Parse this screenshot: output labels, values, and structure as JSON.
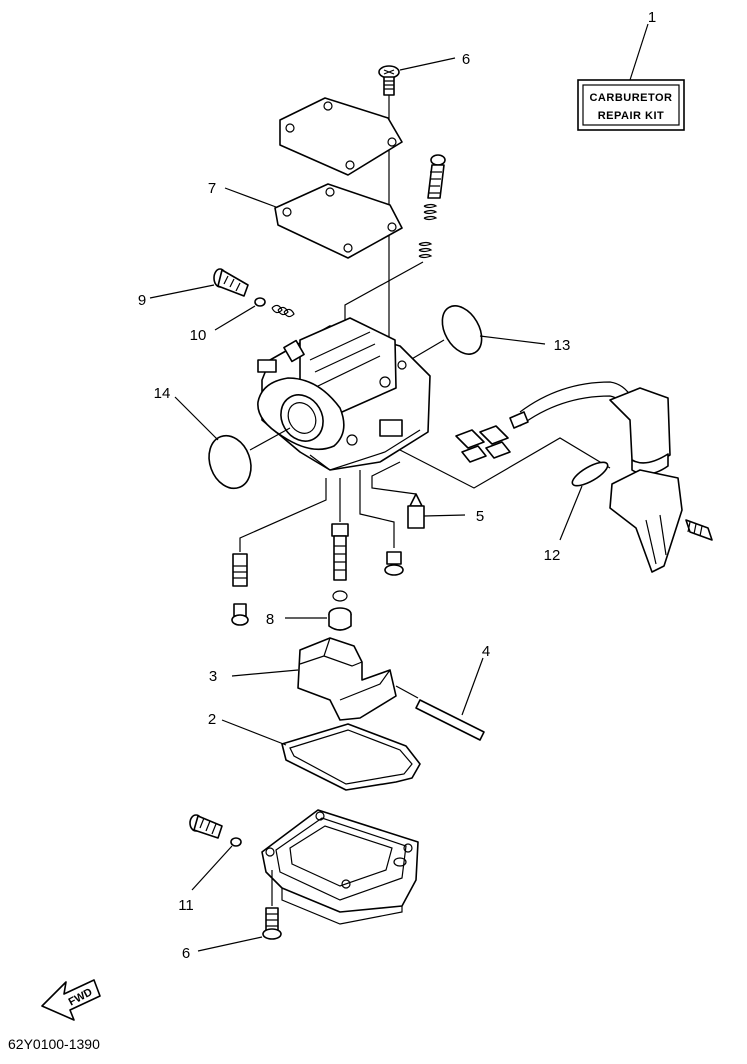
{
  "callouts": [
    {
      "id": "1",
      "text": "1"
    },
    {
      "id": "2",
      "text": "2"
    },
    {
      "id": "3",
      "text": "3"
    },
    {
      "id": "4",
      "text": "4"
    },
    {
      "id": "5",
      "text": "5"
    },
    {
      "id": "6a",
      "text": "6"
    },
    {
      "id": "6b",
      "text": "6"
    },
    {
      "id": "7",
      "text": "7"
    },
    {
      "id": "8",
      "text": "8"
    },
    {
      "id": "9",
      "text": "9"
    },
    {
      "id": "10",
      "text": "10"
    },
    {
      "id": "11",
      "text": "11"
    },
    {
      "id": "12",
      "text": "12"
    },
    {
      "id": "13",
      "text": "13"
    },
    {
      "id": "14",
      "text": "14"
    }
  ],
  "kit_label": {
    "line1": "CARBURETOR",
    "line2": "REPAIR KIT"
  },
  "fwd_label": "FWD",
  "reference_code": "62Y0100-1390"
}
